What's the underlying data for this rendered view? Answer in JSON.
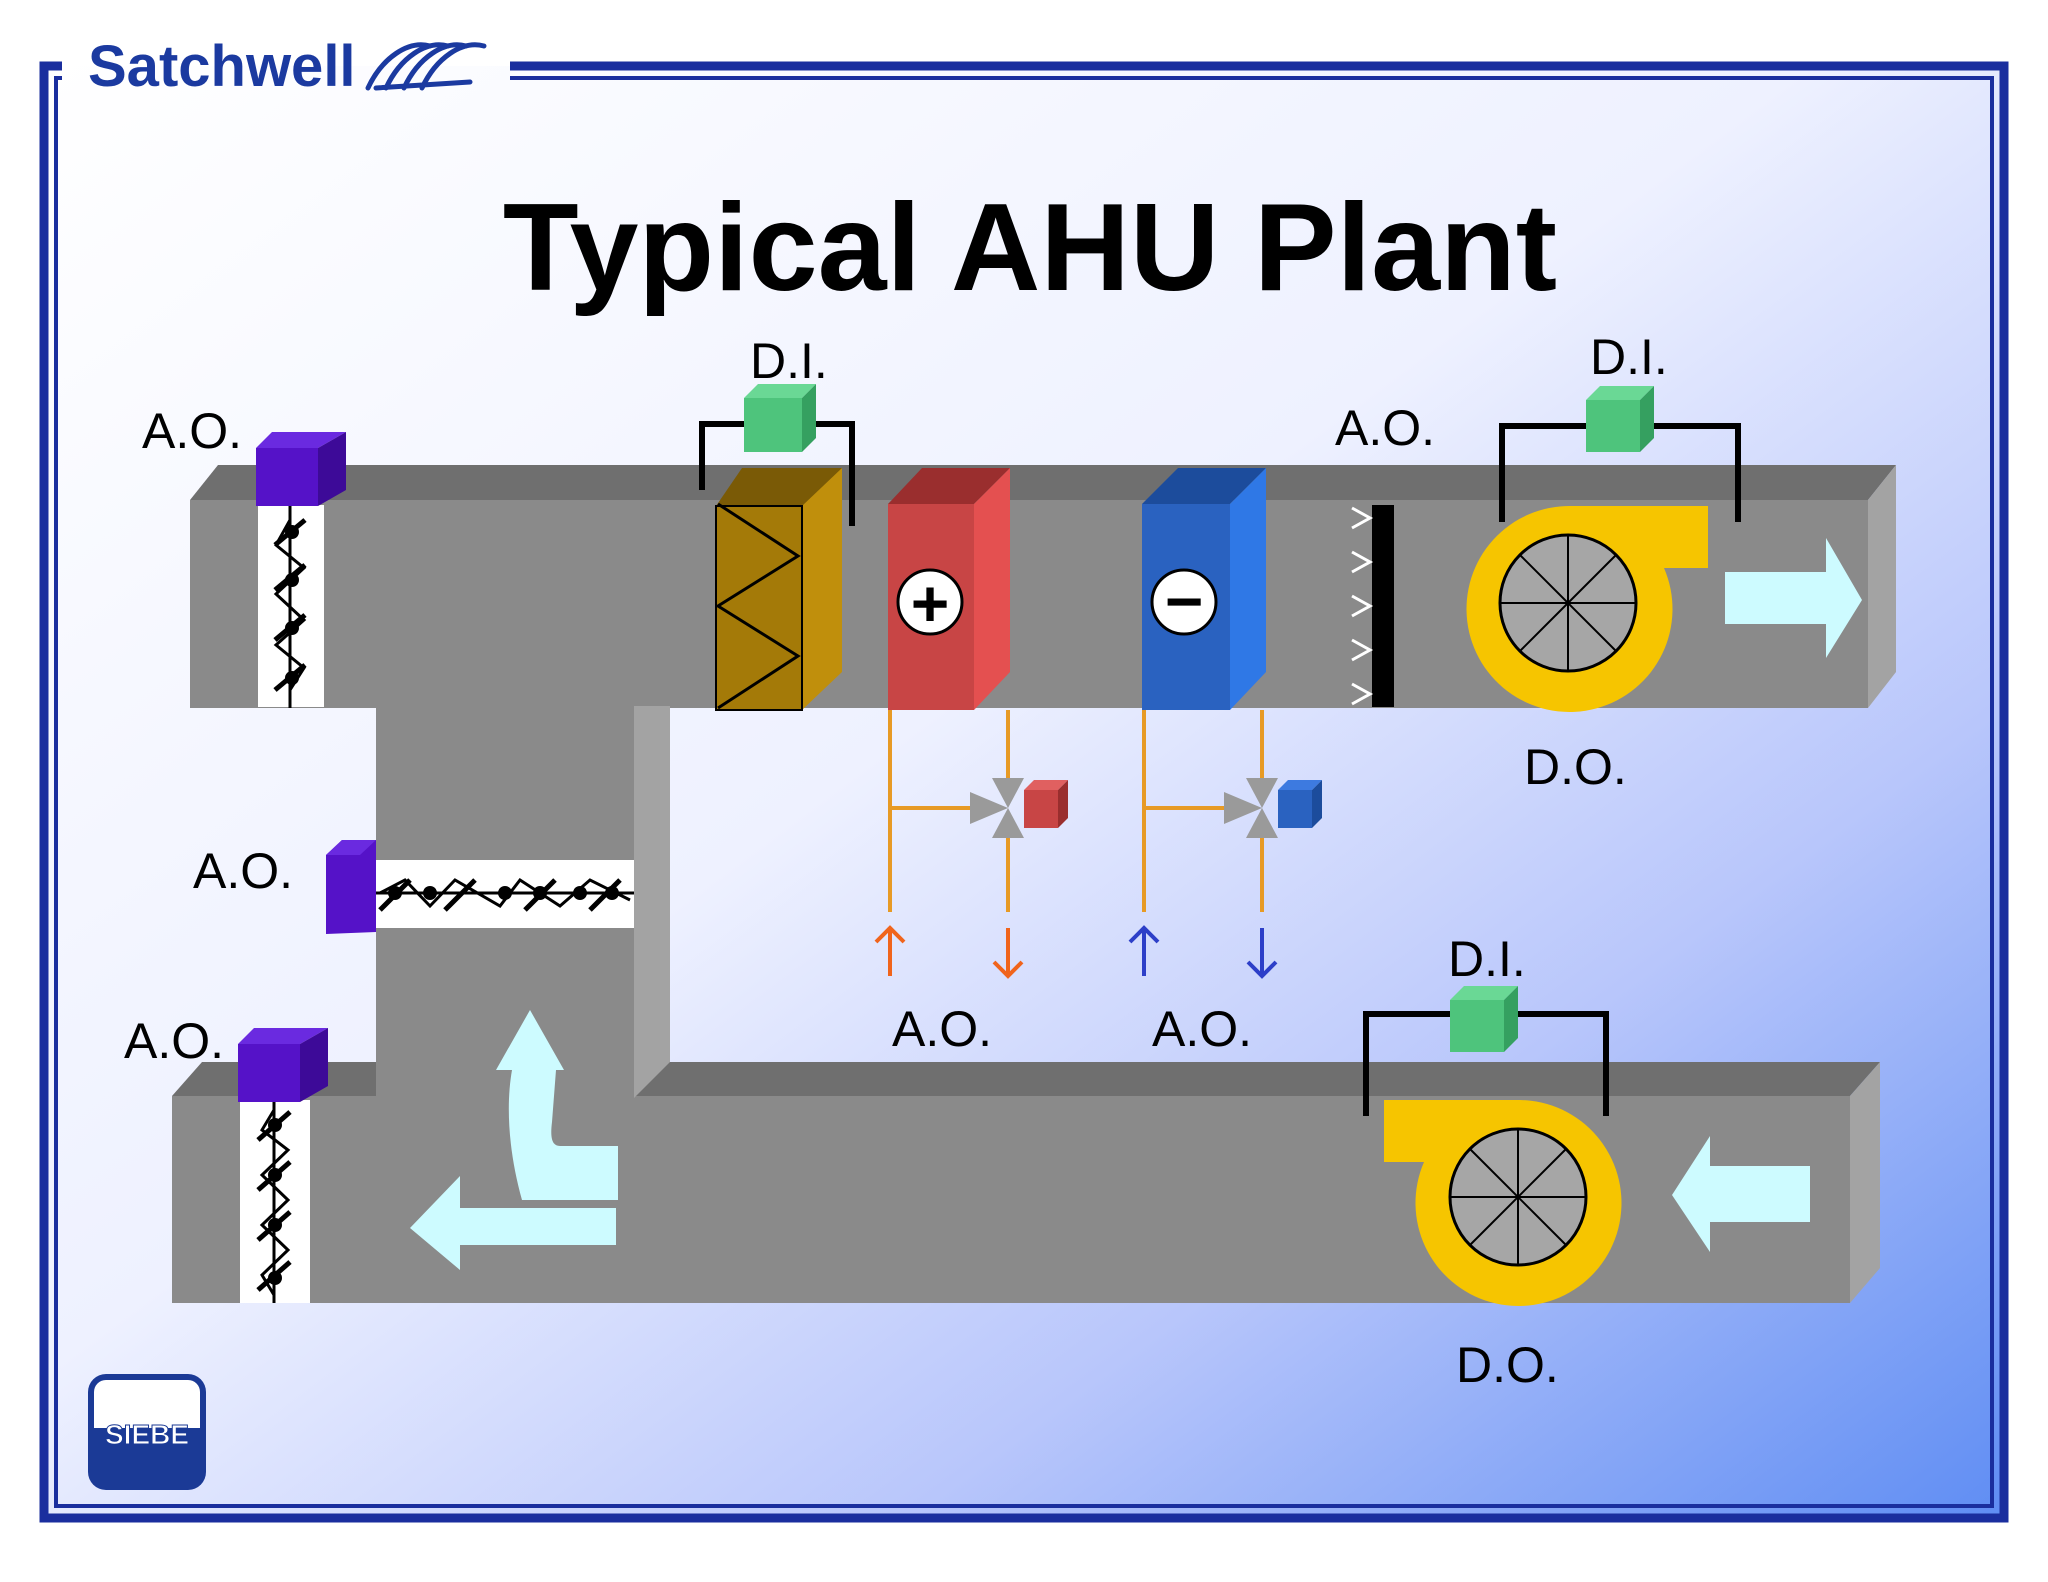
{
  "header": {
    "brand": "Satchwell",
    "title": "Typical AHU Plant"
  },
  "logo": {
    "text": "SIEBE"
  },
  "labels": {
    "supply_damper": "A.O.",
    "filter_switch": "D.I.",
    "supply_fan_switch": "D.I.",
    "humidifier": "A.O.",
    "supply_fan_status": "D.O.",
    "mixing_damper": "A.O.",
    "exhaust_damper": "A.O.",
    "heating_valve": "A.O.",
    "cooling_valve": "A.O.",
    "return_fan_switch": "D.I.",
    "return_fan_status": "D.O."
  },
  "symbols": {
    "heating_coil": "+",
    "cooling_coil": "−"
  },
  "icons": [
    "damper-icon",
    "actuator-icon",
    "filter-icon",
    "heating-coil-icon",
    "cooling-coil-icon",
    "valve-icon",
    "fan-icon",
    "pressure-switch-icon",
    "airflow-arrow-icon",
    "humidifier-icon"
  ],
  "colors": {
    "border": "#1a2e9e",
    "brand": "#1b3aa0",
    "duct": "#8a8a8a",
    "duct_top": "#6f6f6f",
    "duct_side": "#a3a3a3",
    "actuator": "#5512c8",
    "switch": "#4ec47c",
    "filter": "#a47a08",
    "heating": "#dc4848",
    "cooling": "#2f6fd6",
    "fan": "#f6c500",
    "airflow": "#cdfbff",
    "pipe": "#e79a25",
    "flow_hot": "#f0641c",
    "flow_cold": "#2d3fc8",
    "logo": "#1b3a96"
  }
}
